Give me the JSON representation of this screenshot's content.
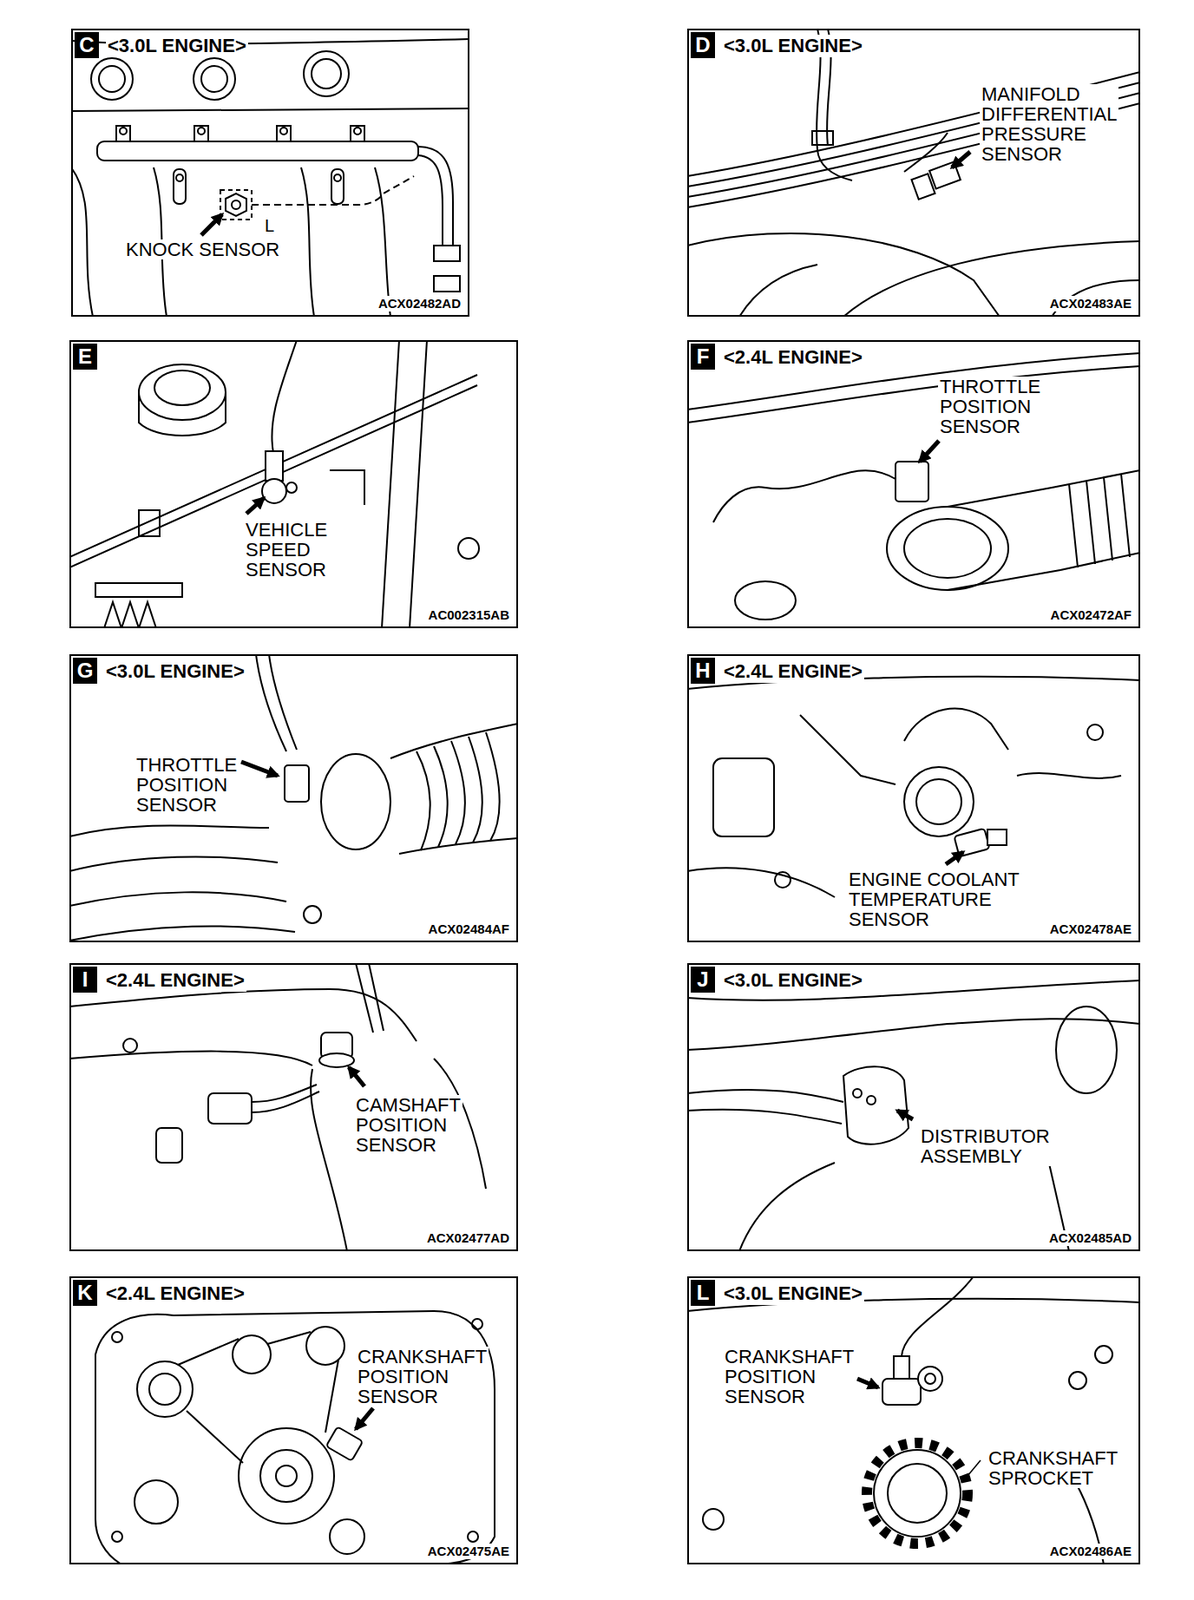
{
  "diagram": {
    "nodes": [
      {
        "text": [
          "<3.0L ENGINE>",
          "L",
          "KNOCK SENSOR",
          "ACX02482AD"
        ]
      },
      {
        "text": [
          "C"
        ],
        "in": 0
      },
      {
        "text": [
          "<3.0L ENGINE>",
          "MANIFOLD DIFFERENTIAL PRESSURE SENSOR",
          "ACX02483AE"
        ]
      },
      {
        "text": [
          "D"
        ],
        "in": 2
      },
      {
        "text": [
          "VEHICLE SPEED SENSOR",
          "AC002315AB"
        ]
      },
      {
        "text": [
          "E"
        ],
        "in": 4
      },
      {
        "text": [
          "<2.4L ENGINE>",
          "THROTTLE POSITION SENSOR",
          "ACX02472AF"
        ]
      },
      {
        "text": [
          "F"
        ],
        "in": 6
      },
      {
        "text": [
          "<3.0L ENGINE>",
          "THROTTLE POSITION SENSOR",
          "ACX02484AF"
        ]
      },
      {
        "text": [
          "G"
        ],
        "in": 8
      },
      {
        "text": [
          "<2.4L ENGINE>",
          "ENGINE COOLANT TEMPERATURE SENSOR",
          "ACX02478AE"
        ]
      },
      {
        "text": [
          "H"
        ],
        "in": 10
      },
      {
        "text": [
          "<2.4L ENGINE>",
          "CAMSHAFT POSITION SENSOR",
          "ACX02477AD"
        ]
      },
      {
        "text": [
          "I"
        ],
        "in": 12
      },
      {
        "text": [
          "<3.0L ENGINE>",
          "DISTRIBUTOR ASSEMBLY",
          "ACX02485AD"
        ]
      },
      {
        "text": [
          "J"
        ],
        "in": 14
      },
      {
        "text": [
          "<2.4L ENGINE>",
          "CRANKSHAFT POSITION SENSOR",
          "ACX02475AE"
        ]
      },
      {
        "text": [
          "K"
        ],
        "in": 16
      },
      {
        "text": [
          "<3.0L ENGINE>",
          "CRANKSHAFT POSITION SENSOR",
          "CRANKSHAFT SPROCKET",
          "ACX02486AE"
        ]
      },
      {
        "text": [
          "L"
        ],
        "in": 18
      }
    ]
  }
}
